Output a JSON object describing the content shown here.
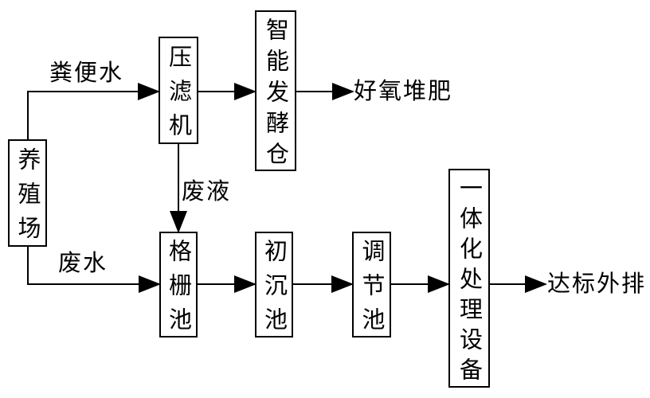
{
  "diagram": {
    "nodes": {
      "farm": "养殖场",
      "filter_press": "压滤机",
      "fermentation_chamber": "智能发酵仓",
      "grid_pool": "格栅池",
      "primary_sedimentation_pool": "初沉池",
      "regulating_pool": "调节池",
      "integrated_treatment_equipment": "一体化处理设备"
    },
    "terminals": {
      "aerobic_composting": "好氧堆肥",
      "standard_discharge": "达标外排"
    },
    "edges": [
      {
        "from": "养殖场",
        "to": "压滤机",
        "label": "粪便水"
      },
      {
        "from": "压滤机",
        "to": "智能发酵仓",
        "label": ""
      },
      {
        "from": "智能发酵仓",
        "to": "好氧堆肥",
        "label": ""
      },
      {
        "from": "压滤机",
        "to": "格栅池",
        "label": "废液"
      },
      {
        "from": "养殖场",
        "to": "格栅池",
        "label": "废水"
      },
      {
        "from": "格栅池",
        "to": "初沉池",
        "label": ""
      },
      {
        "from": "初沉池",
        "to": "调节池",
        "label": ""
      },
      {
        "from": "调节池",
        "to": "一体化处理设备",
        "label": ""
      },
      {
        "from": "一体化处理设备",
        "to": "达标外排",
        "label": ""
      }
    ],
    "colors": {
      "line": "#000000",
      "text": "#000000",
      "background": "#ffffff"
    }
  }
}
